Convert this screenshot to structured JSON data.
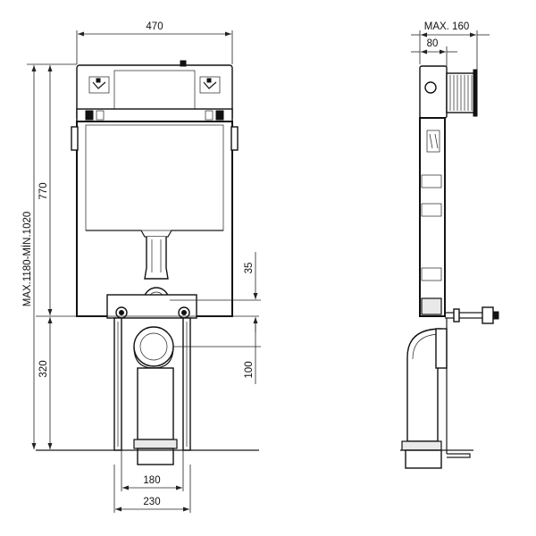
{
  "front_view": {
    "width_label": "470",
    "height_label": "770",
    "total_height_label": "MAX.1180-MİN.1020",
    "drain_offset_label": "35",
    "pipe_offset_label": "100",
    "floor_height_label": "320",
    "leg_inner_label": "180",
    "leg_outer_label": "230"
  },
  "side_view": {
    "max_depth_label": "MAX. 160",
    "depth_label": "80"
  }
}
